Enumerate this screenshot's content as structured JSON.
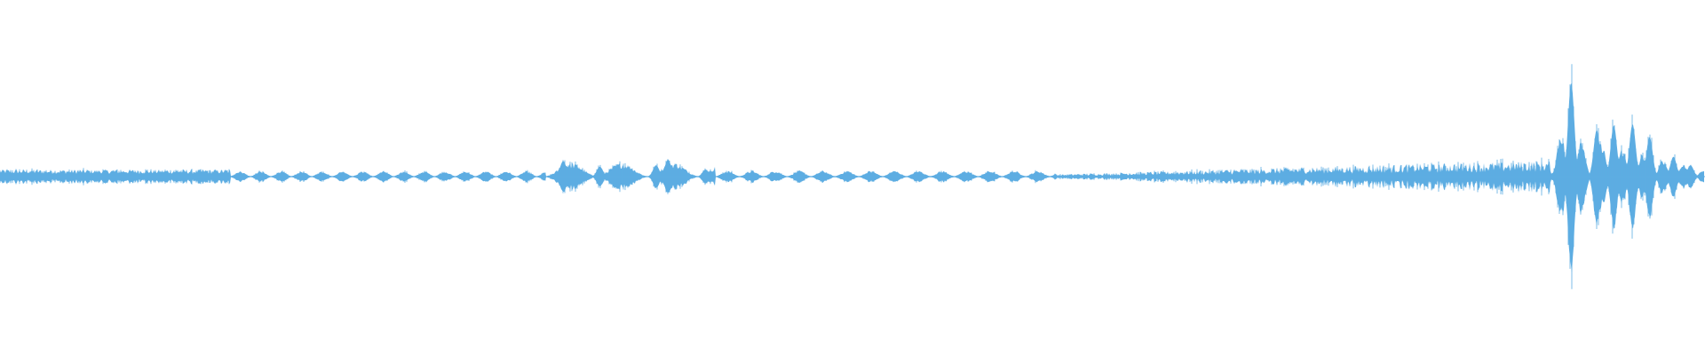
{
  "waveform": {
    "color": "#5dade2",
    "background": "#ffffff",
    "samples_per_column": 1,
    "description_shown": false,
    "regions": [
      {
        "kind": "noise",
        "from": 0.0,
        "to": 0.135,
        "amp": 0.035,
        "jitter": 0.45
      },
      {
        "kind": "bursts",
        "from": 0.135,
        "to": 0.32,
        "amp": 0.028,
        "period": 0.012,
        "jitter": 0.25
      },
      {
        "kind": "bursts",
        "from": 0.32,
        "to": 0.42,
        "amp": 0.075,
        "period": 0.03,
        "jitter": 0.3
      },
      {
        "kind": "bursts",
        "from": 0.42,
        "to": 0.62,
        "amp": 0.03,
        "period": 0.014,
        "jitter": 0.3
      },
      {
        "kind": "ramp",
        "from": 0.62,
        "to": 0.91,
        "amp_start": 0.01,
        "amp_end": 0.075,
        "jitter": 0.55
      },
      {
        "kind": "spikes",
        "from": 0.91,
        "to": 1.0,
        "amp": 0.27,
        "period": 0.012,
        "jitter": 0.2
      }
    ],
    "peaks": [
      {
        "at": 0.3305,
        "amp": 0.11
      },
      {
        "at": 0.352,
        "amp": 0.07
      },
      {
        "at": 0.362,
        "amp": 0.07
      },
      {
        "at": 0.385,
        "amp": 0.08
      },
      {
        "at": 0.392,
        "amp": 0.12
      },
      {
        "at": 0.414,
        "amp": 0.05
      },
      {
        "at": 0.922,
        "amp": 0.66
      },
      {
        "at": 0.937,
        "amp": 0.33
      },
      {
        "at": 0.947,
        "amp": 0.36
      },
      {
        "at": 0.958,
        "amp": 0.37
      },
      {
        "at": 0.968,
        "amp": 0.28
      },
      {
        "at": 0.982,
        "amp": 0.14
      },
      {
        "at": 0.992,
        "amp": 0.08
      }
    ]
  }
}
